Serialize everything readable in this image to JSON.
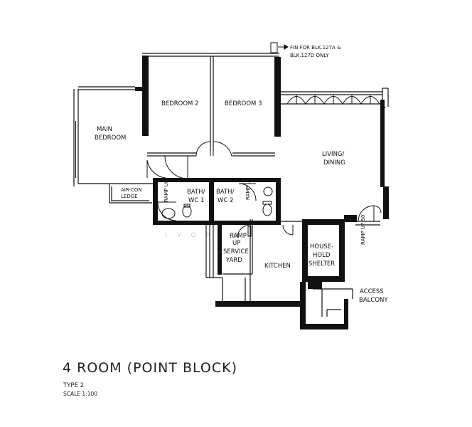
{
  "rooms": {
    "bedroom2": "BEDROOM 2",
    "bedroom3": "BEDROOM 3",
    "main_bedroom_line1": "MAIN",
    "main_bedroom_line2": "BEDROOM",
    "living_line1": "LIVING/",
    "living_line2": "DINING",
    "aircon_line1": "AIR-CON",
    "aircon_line2": "LEDGE",
    "bath1_line1": "BATH/",
    "bath1_line2": "WC 1",
    "bath2_line1": "BATH/",
    "bath2_line2": "WC 2",
    "service_line1": "RAMP",
    "service_line2": "UP",
    "service_line3": "SERVICE",
    "service_line4": "YARD",
    "kitchen": "KITCHEN",
    "shelter_line1": "HOUSE-",
    "shelter_line2": "HOLD",
    "shelter_line3": "SHELTER",
    "access_line1": "ACCESS",
    "access_line2": "BALCONY"
  },
  "ramps": {
    "bath1": "RAMP UP",
    "bath2": "RAMP UP",
    "entrance": "RAMP UP 50"
  },
  "notes": {
    "fin_line1": "FIN FOR BLK.127A &",
    "fin_line2": "BLK.127D ONLY"
  },
  "watermark": "IVORIN",
  "title": "4 ROOM (POINT BLOCK)",
  "subtitle": "TYPE 2",
  "scale": "SCALE 1:100"
}
